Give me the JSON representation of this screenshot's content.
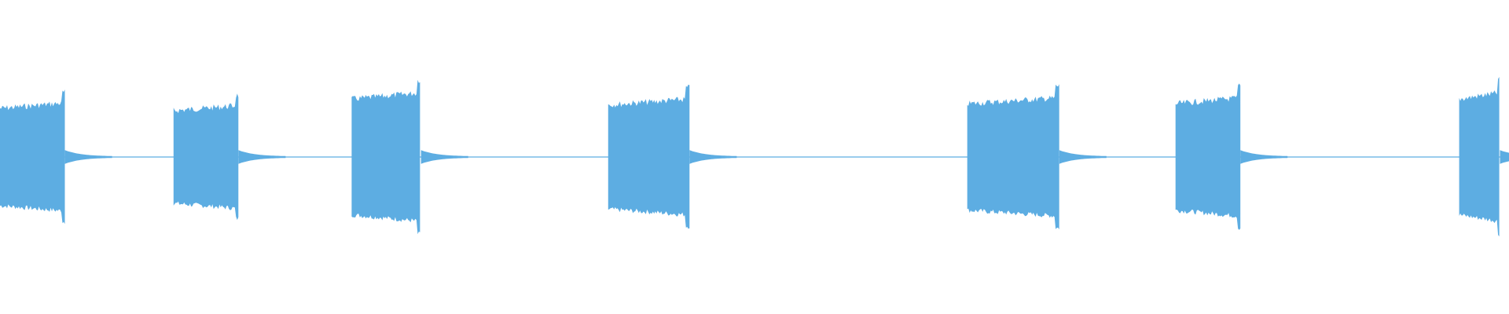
{
  "colors": {
    "background": "#ffffff",
    "waveform": "#5dade2"
  },
  "waveform": {
    "style": "mirrored-amplitude",
    "bursts": [
      {
        "start": 0.0,
        "end": 0.043,
        "peak": 0.42
      },
      {
        "start": 0.115,
        "end": 0.158,
        "peak": 0.4
      },
      {
        "start": 0.233,
        "end": 0.279,
        "peak": 0.5
      },
      {
        "start": 0.403,
        "end": 0.457,
        "peak": 0.45
      },
      {
        "start": 0.641,
        "end": 0.702,
        "peak": 0.46
      },
      {
        "start": 0.779,
        "end": 0.822,
        "peak": 0.46
      },
      {
        "start": 0.967,
        "end": 0.994,
        "peak": 0.5
      }
    ]
  }
}
